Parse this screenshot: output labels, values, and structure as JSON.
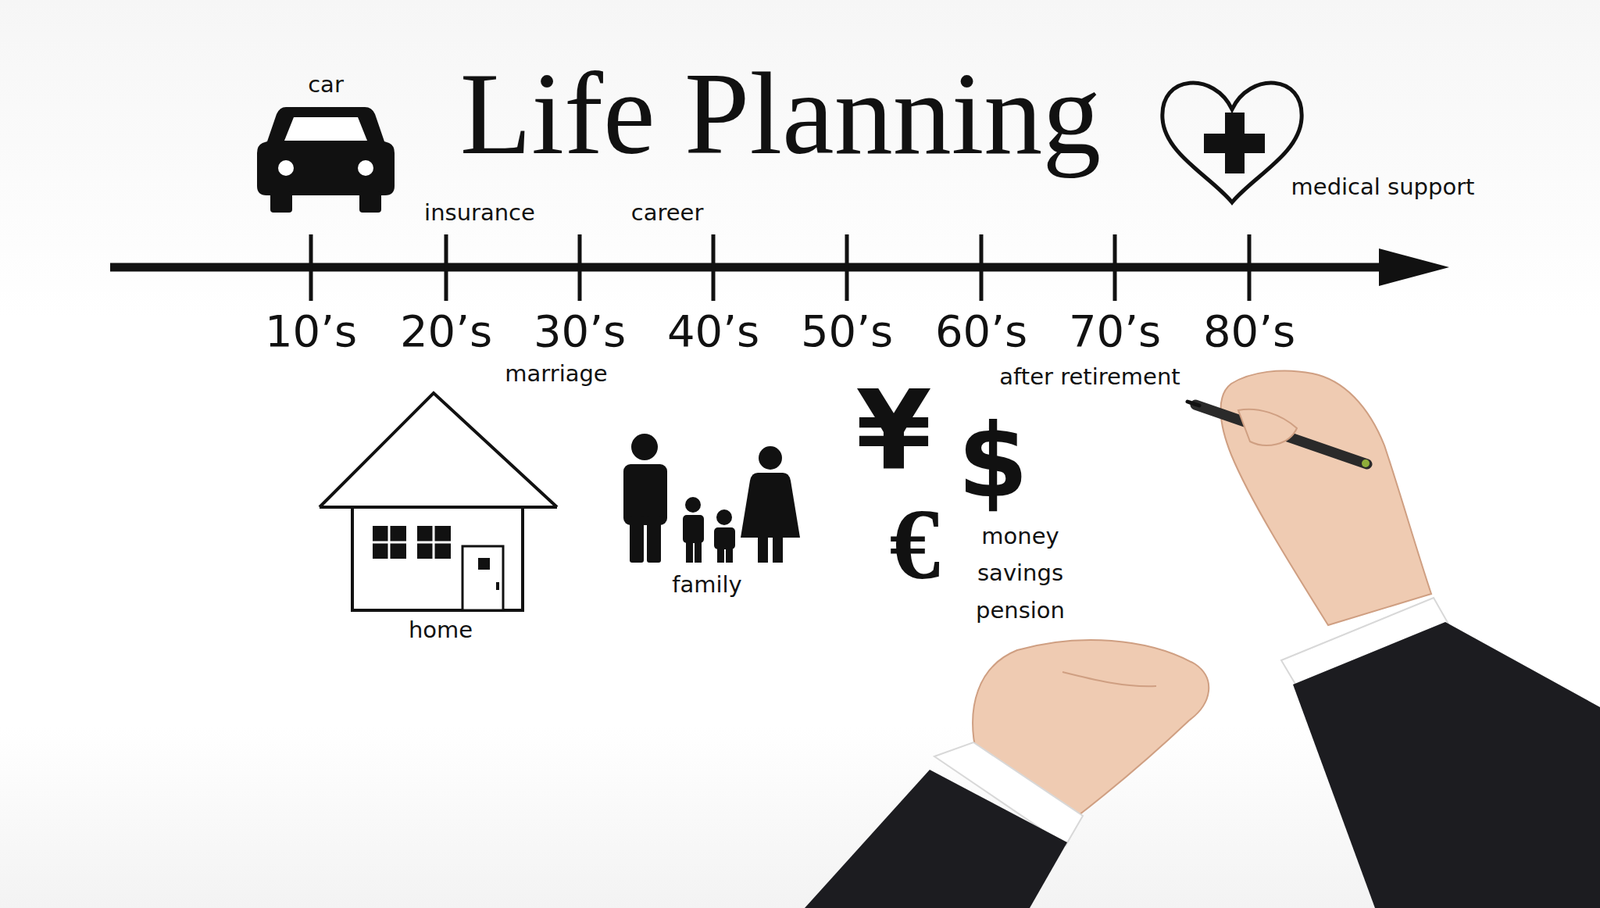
{
  "diagram": {
    "title": "Life Planning",
    "labels": [
      "car",
      "insurance",
      "career",
      "medical support",
      "10’s",
      "20’s",
      "30’s",
      "40’s",
      "50’s",
      "60’s",
      "70’s",
      "80’s",
      "marriage",
      "after retirement",
      "home",
      "family",
      "¥",
      "$",
      "€",
      "money",
      "savings",
      "pension"
    ]
  }
}
